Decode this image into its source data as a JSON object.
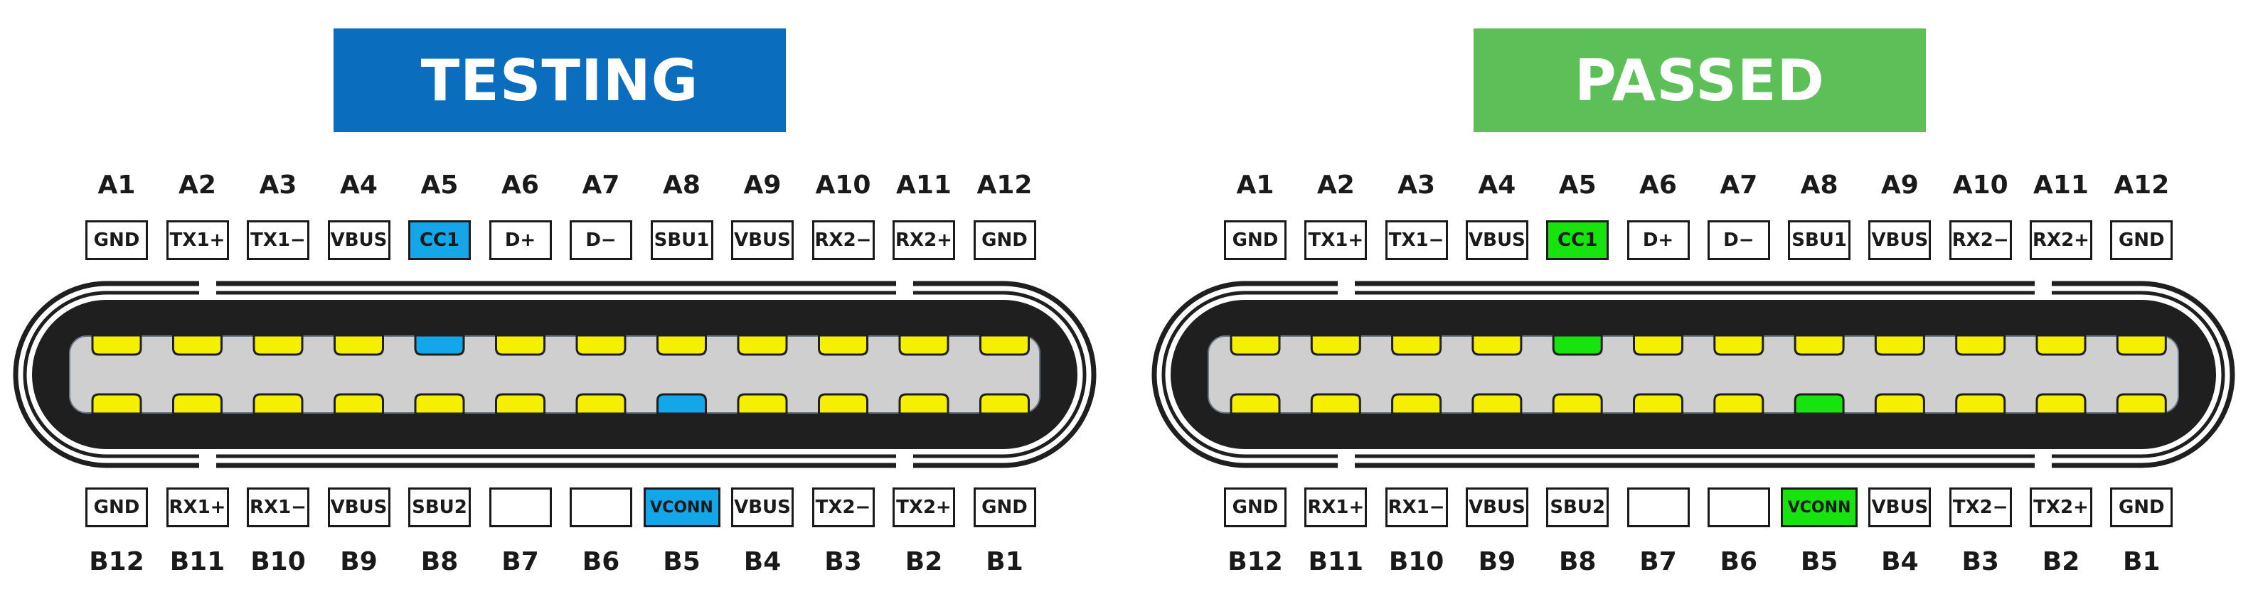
{
  "panels": [
    {
      "banner": "TESTING",
      "banner_color": "#0a6dbd",
      "highlight_color": "#13a6e8"
    },
    {
      "banner": "PASSED",
      "banner_color": "#5cbf57",
      "highlight_color": "#17e30f"
    }
  ],
  "top_row": {
    "pin_numbers": [
      "A1",
      "A2",
      "A3",
      "A4",
      "A5",
      "A6",
      "A7",
      "A8",
      "A9",
      "A10",
      "A11",
      "A12"
    ],
    "signals": [
      "GND",
      "TX1+",
      "TX1−",
      "VBUS",
      "CC1",
      "D+",
      "D−",
      "SBU1",
      "VBUS",
      "RX2−",
      "RX2+",
      "GND"
    ],
    "highlighted": [
      "CC1"
    ]
  },
  "bottom_row": {
    "pin_numbers": [
      "B12",
      "B11",
      "B10",
      "B9",
      "B8",
      "B7",
      "B6",
      "B5",
      "B4",
      "B3",
      "B2",
      "B1"
    ],
    "signals": [
      "GND",
      "RX1+",
      "RX1−",
      "VBUS",
      "SBU2",
      "",
      "",
      "VCONN",
      "VBUS",
      "TX2−",
      "TX2+",
      "GND"
    ],
    "highlighted": [
      "VCONN"
    ]
  },
  "colors": {
    "contact": "#f5f000",
    "cavity": "#cfcfcf",
    "shell": "#1f1f1f"
  }
}
